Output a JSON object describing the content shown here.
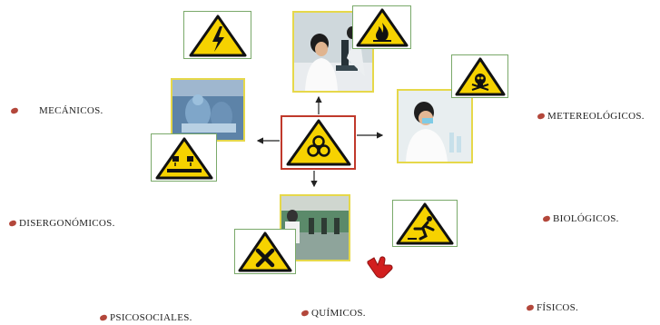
{
  "labels": {
    "mecanicos": "MECÁNICOS.",
    "disergonomicos": "DISERGONÓMICOS.",
    "psicosociales": "PSICOSOCIALES.",
    "quimicos": "QUÍMICOS.",
    "fisicos": "FÍSICOS.",
    "biologicos": "BIOLÓGICOS.",
    "metereologicos": "METEREOLÓGICOS."
  },
  "colors": {
    "warning_yellow": "#f6d200",
    "bullet": "#b3473b",
    "center_frame": "#c0392b",
    "pointer_hand": "#d21f1f"
  },
  "icons": [
    "electrical-hazard-icon",
    "flammable-hazard-icon",
    "toxic-hazard-icon",
    "corrosive-hazard-icon",
    "biohazard-icon",
    "harmful-irritant-hazard-icon",
    "slip-trip-hazard-icon",
    "pointing-hand-icon"
  ]
}
